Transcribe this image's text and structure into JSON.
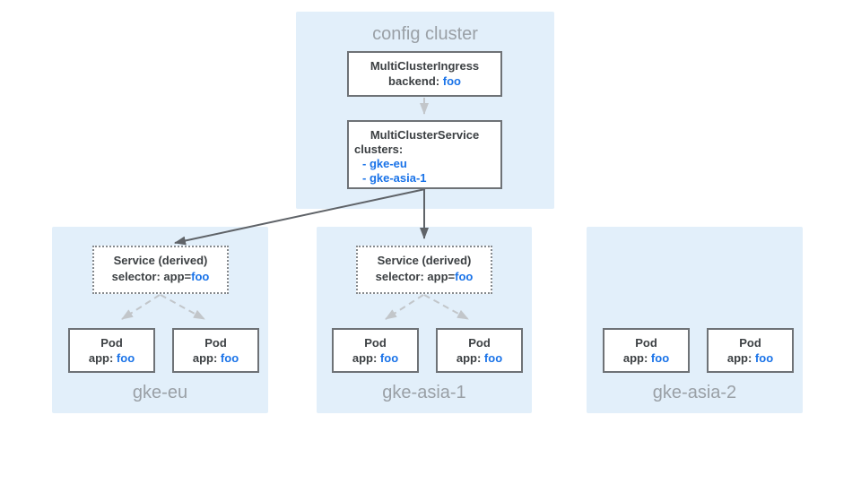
{
  "colors": {
    "panel_blue": "#E2EFFA",
    "box_border": "#6E7276",
    "text_dark": "#3C4043",
    "accent_blue": "#1A73E8",
    "label_gray": "#9AA0A6",
    "arrow_dark": "#5F6368",
    "arrow_light": "#C2C6CA"
  },
  "config_cluster": {
    "label": "config cluster",
    "ingress_box": {
      "title": "MultiClusterIngress",
      "backend_label": "backend: ",
      "backend_value": "foo"
    },
    "service_box": {
      "title": "MultiClusterService",
      "clusters_label": "clusters:",
      "cluster_items": [
        "- gke-eu",
        "- gke-asia-1"
      ]
    }
  },
  "clusters": [
    {
      "name": "gke-eu",
      "service": {
        "title": "Service (derived)",
        "selector_label": "selector: app=",
        "selector_value": "foo"
      },
      "pods": [
        {
          "title": "Pod",
          "app_label": "app: ",
          "app_value": "foo"
        },
        {
          "title": "Pod",
          "app_label": "app: ",
          "app_value": "foo"
        }
      ]
    },
    {
      "name": "gke-asia-1",
      "service": {
        "title": "Service (derived)",
        "selector_label": "selector: app=",
        "selector_value": "foo"
      },
      "pods": [
        {
          "title": "Pod",
          "app_label": "app: ",
          "app_value": "foo"
        },
        {
          "title": "Pod",
          "app_label": "app: ",
          "app_value": "foo"
        }
      ]
    },
    {
      "name": "gke-asia-2",
      "pods": [
        {
          "title": "Pod",
          "app_label": "app: ",
          "app_value": "foo"
        },
        {
          "title": "Pod",
          "app_label": "app: ",
          "app_value": "foo"
        }
      ]
    }
  ]
}
